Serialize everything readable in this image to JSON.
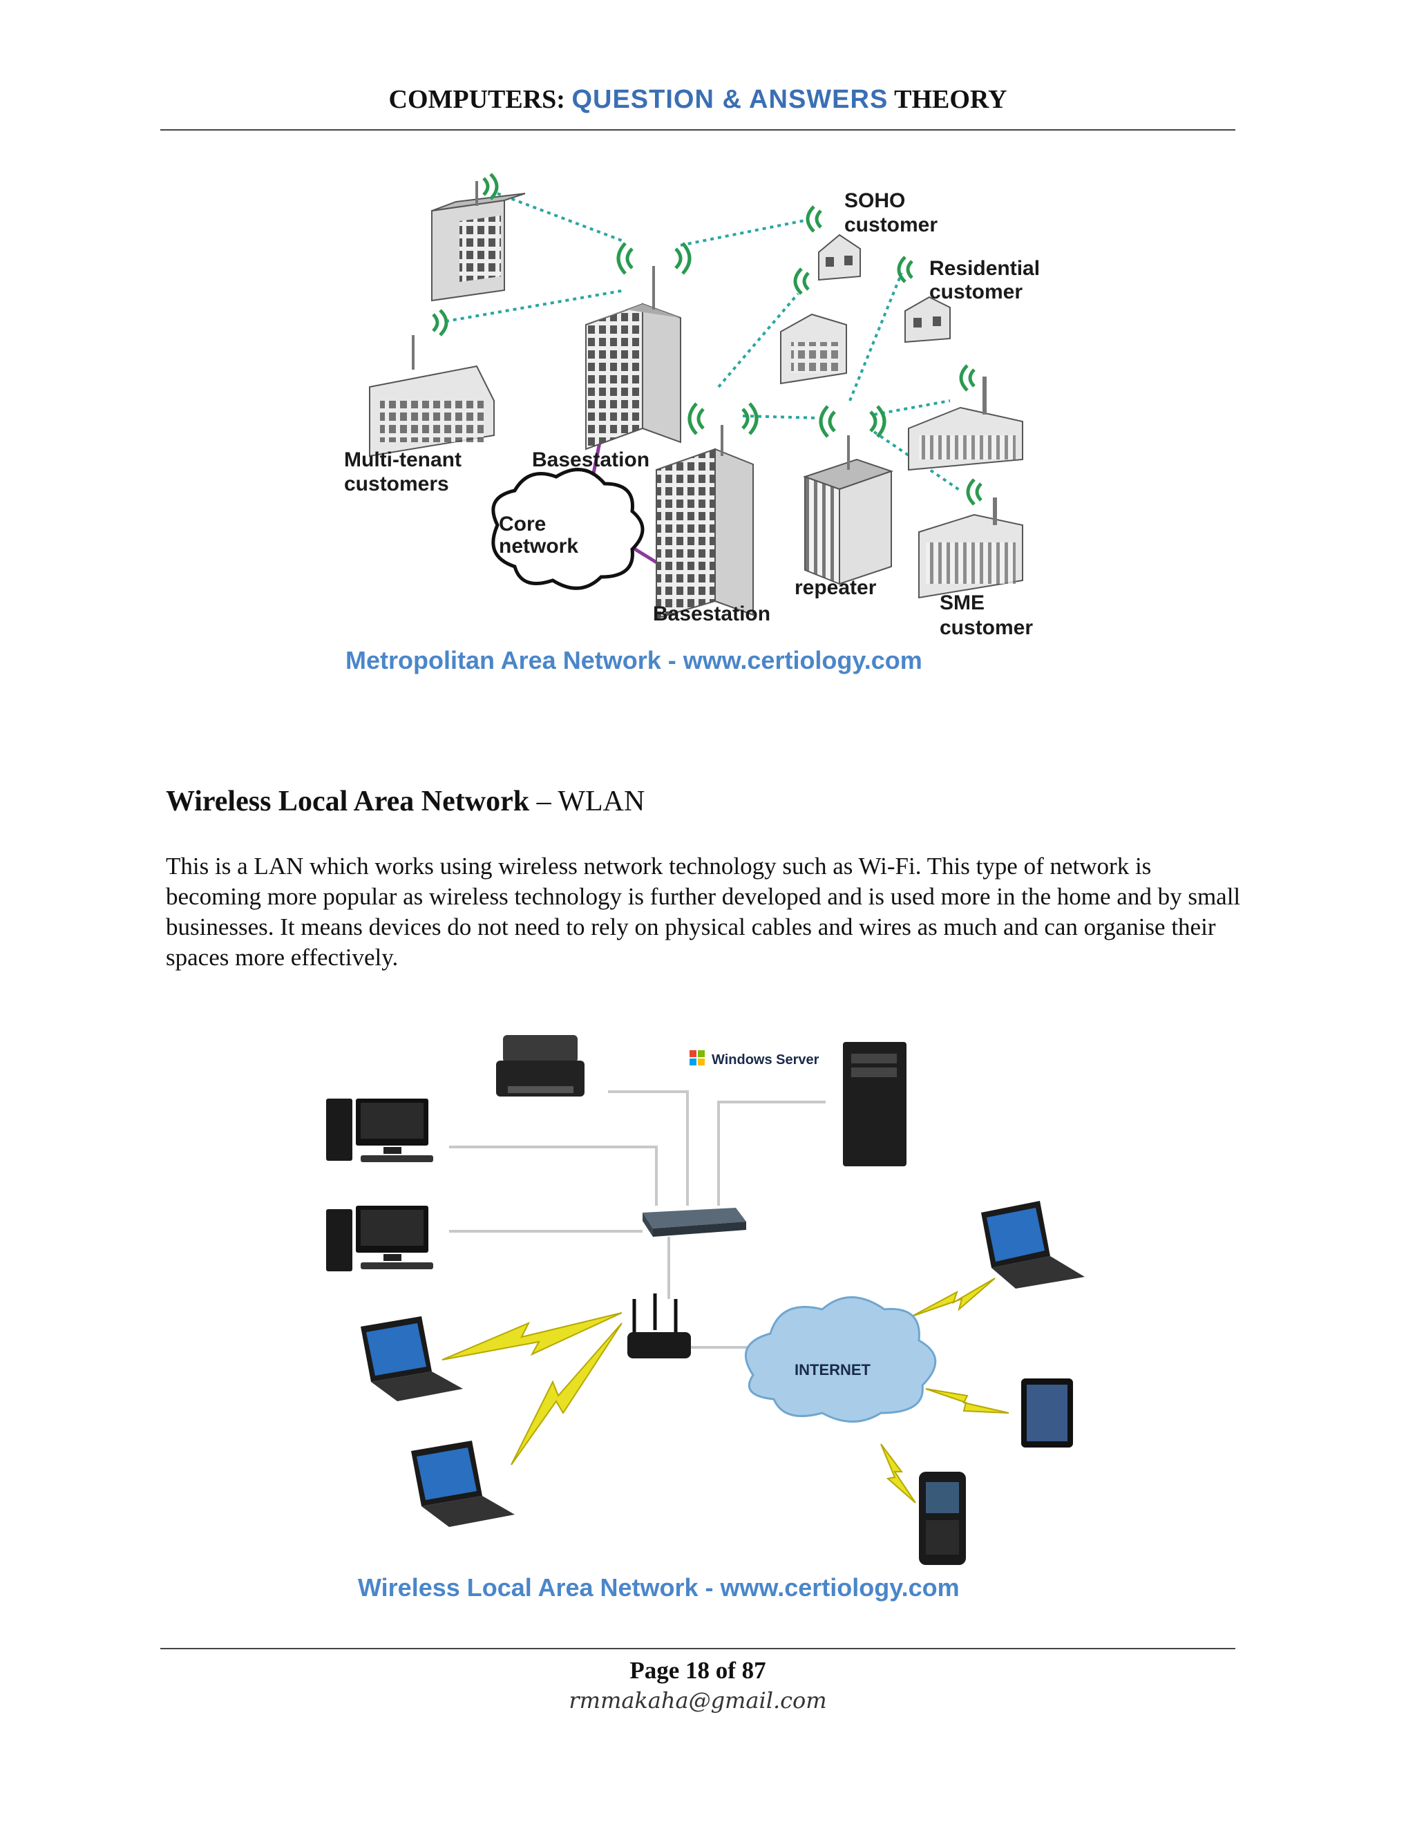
{
  "header": {
    "prefix": "COMPUTERS",
    "separator": ":",
    "highlight": "QUESTION & ANSWERS",
    "suffix": "THEORY"
  },
  "man_figure": {
    "labels": {
      "soho_line1": "SOHO",
      "soho_line2": "customer",
      "residential_line1": "Residential",
      "residential_line2": "customer",
      "multitenant_line1": "Multi-tenant",
      "multitenant_line2": "customers",
      "basestation_top": "Basestation",
      "core_line1": "Core",
      "core_line2": "network",
      "repeater": "repeater",
      "basestation_bottom": "Basestation",
      "sme_line1": "SME",
      "sme_line2": "customer"
    },
    "caption": "Metropolitan Area Network  - www.certiology.com"
  },
  "section": {
    "title_bold": "Wireless Local Area Network",
    "title_rest": " – WLAN",
    "paragraph": "This is a LAN which works using wireless network technology such as Wi-Fi. This type of network is becoming more popular as wireless technology is further developed and is used more in the home and by small businesses. It means devices do not need to rely on physical cables and wires as much and can organise their spaces more effectively."
  },
  "wlan_figure": {
    "server_brand": "Windows Server",
    "internet_label": "INTERNET",
    "caption": "Wireless Local Area Network  - www.certiology.com"
  },
  "footer": {
    "page": "Page 18 of 87",
    "email": "rmmakaha@gmail.com"
  }
}
